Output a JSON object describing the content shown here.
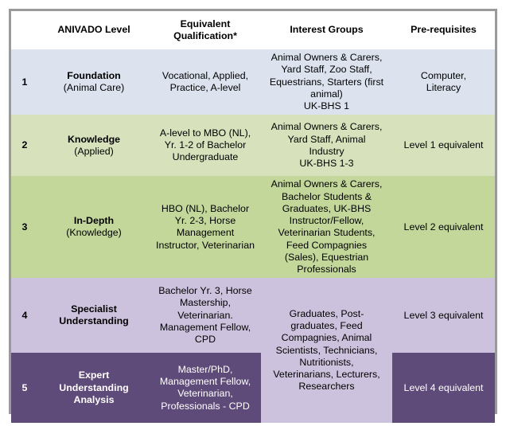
{
  "table": {
    "headers": {
      "level_number": "",
      "anivado_level": "ANIVADO Level",
      "equivalent_qualification": "Equivalent\nQualification*",
      "interest_groups": "Interest Groups",
      "pre_requisites": "Pre-requisites"
    },
    "colors": {
      "row1": "#dce3ef",
      "row2": "#d7e2bc",
      "row3": "#c3d79b",
      "row4": "#cdc2dd",
      "row5": "#5f4b79",
      "frame": "#9a9a9a",
      "page_background": "#ffffff",
      "row5_text": "#ffffff",
      "body_text": "#000000"
    },
    "rows": [
      {
        "number": "1",
        "level_title": "Foundation",
        "level_subtitle": "(Animal Care)",
        "equivalent_qualification": "Vocational, Applied,\nPractice, A-level",
        "interest_groups": "Animal Owners & Carers,\nYard Staff, Zoo Staff,\nEquestrians, Starters (first\nanimal)\nUK-BHS 1",
        "pre_requisites": "Computer,\nLiteracy"
      },
      {
        "number": "2",
        "level_title": "Knowledge",
        "level_subtitle": "(Applied)",
        "equivalent_qualification": "A-level to MBO (NL),\nYr. 1-2 of Bachelor\nUndergraduate",
        "interest_groups": "Animal Owners & Carers,\nYard Staff, Animal\nIndustry\nUK-BHS 1-3",
        "pre_requisites": "Level 1 equivalent"
      },
      {
        "number": "3",
        "level_title": "In-Depth",
        "level_subtitle": "(Knowledge)",
        "equivalent_qualification": "HBO (NL), Bachelor\nYr. 2-3, Horse\nManagement\nInstructor, Veterinarian",
        "interest_groups": "Animal Owners & Carers,\nBachelor Students &\nGraduates, UK-BHS\nInstructor/Fellow,\nVeterinarian Students,\nFeed Compagnies\n(Sales), Equestrian\nProfessionals",
        "pre_requisites": "Level 2 equivalent"
      },
      {
        "number": "4",
        "level_title": "Specialist",
        "level_subtitle": "Understanding",
        "equivalent_qualification": "Bachelor Yr. 3, Horse\nMastership,\nVeterinarian.\nManagement Fellow,\nCPD",
        "interest_groups": "Graduates, Post-\ngraduates, Feed\nCompagnies, Animal\nScientists, Technicians,\nNutritionists,\nVeterinarians, Lecturers,\nResearchers",
        "interest_groups_spans_rows": 2,
        "pre_requisites": "Level 3 equivalent"
      },
      {
        "number": "5",
        "level_title": "Expert",
        "level_subtitle": "Understanding\nAnalysis",
        "equivalent_qualification": "Master/PhD,\nManagement Fellow,\nVeterinarian,\nProfessionals - CPD",
        "interest_groups": "",
        "pre_requisites": "Level 4 equivalent"
      }
    ]
  }
}
